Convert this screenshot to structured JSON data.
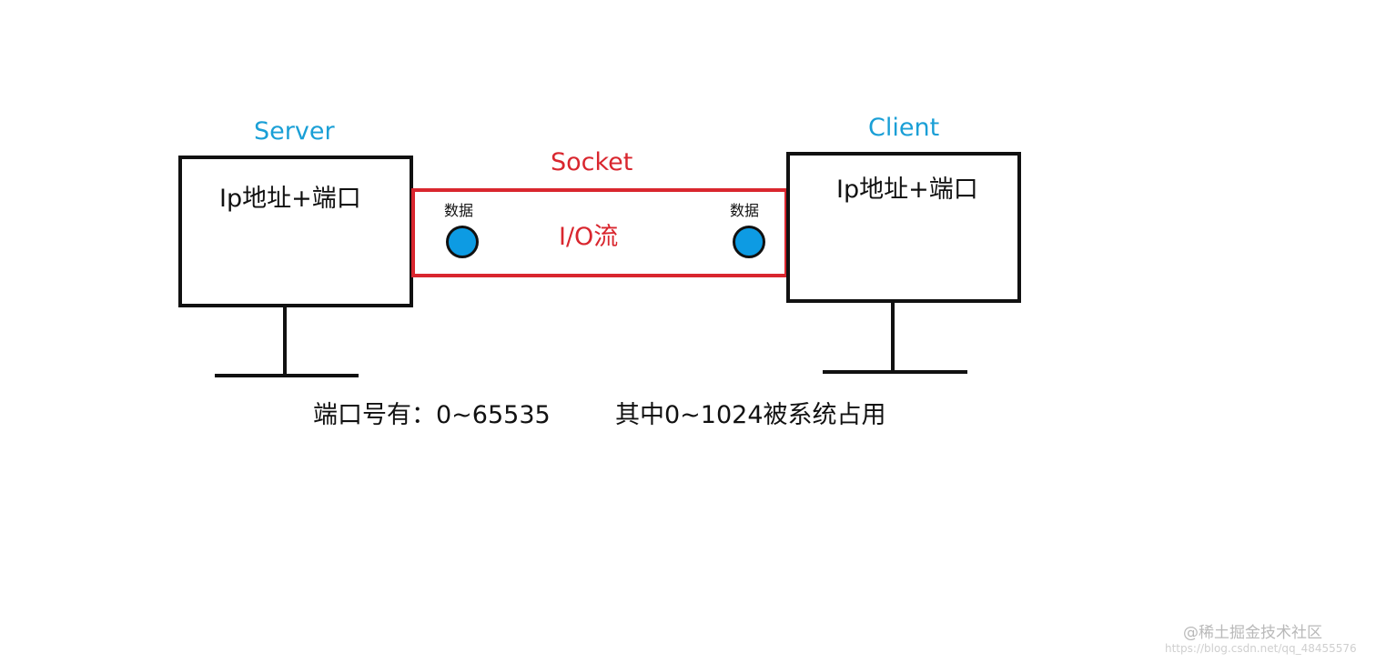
{
  "server": {
    "title": "Server",
    "body_text": "Ip地址+端口"
  },
  "client": {
    "title": "Client",
    "body_text": "Ip地址+端口"
  },
  "socket": {
    "title": "Socket",
    "stream_label": "I/O流",
    "left_data_label": "数据",
    "right_data_label": "数据"
  },
  "footer": {
    "port_range": "端口号有：0~65535",
    "reserved_note": "其中0~1024被系统占用"
  },
  "watermark": {
    "brand": "@稀土掘金技术社区",
    "url": "https://blog.csdn.net/qq_48455576"
  },
  "colors": {
    "server_client_label": "#1a9fd6",
    "socket_color": "#d9262e",
    "data_dot": "#0d9be3",
    "outline": "#111111"
  }
}
